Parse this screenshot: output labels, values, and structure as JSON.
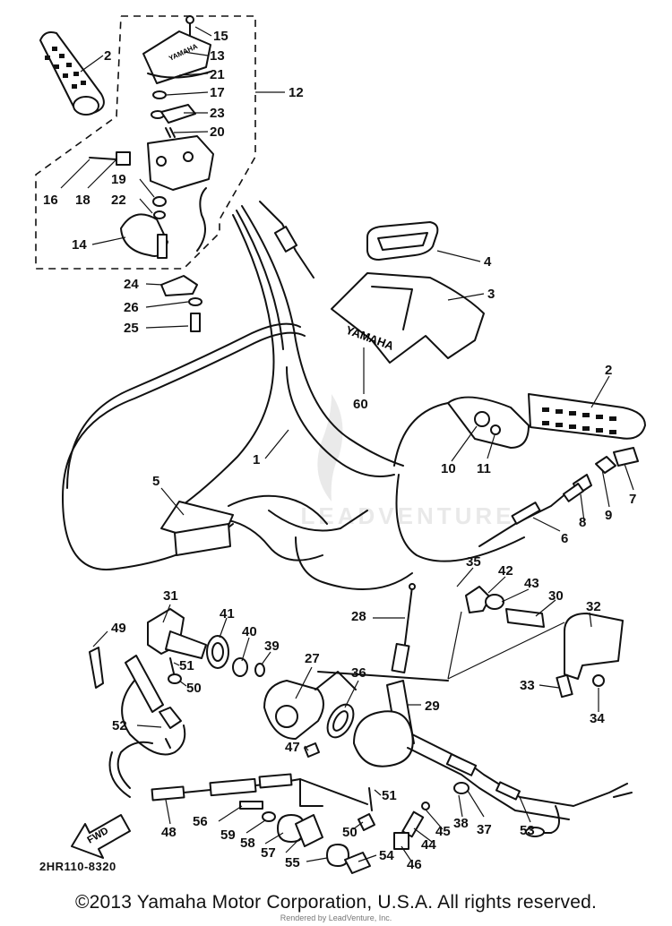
{
  "diagram": {
    "callouts": [
      "1",
      "2",
      "2",
      "3",
      "4",
      "5",
      "6",
      "7",
      "8",
      "9",
      "10",
      "11",
      "12",
      "13",
      "14",
      "15",
      "16",
      "17",
      "18",
      "19",
      "20",
      "21",
      "22",
      "23",
      "24",
      "25",
      "26",
      "27",
      "28",
      "29",
      "30",
      "31",
      "32",
      "33",
      "34",
      "35",
      "36",
      "37",
      "38",
      "39",
      "40",
      "41",
      "42",
      "43",
      "44",
      "45",
      "46",
      "47",
      "48",
      "49",
      "50",
      "50",
      "51",
      "51",
      "52",
      "53",
      "54",
      "55",
      "56",
      "57",
      "58",
      "59",
      "60"
    ],
    "part_marking": "YAMAHA",
    "direction_marker": "FWD",
    "watermark": "LEADVENTURE",
    "drawing_id": "2HR110-8320"
  },
  "footer": {
    "copyright": "©2013 Yamaha Motor Corporation, U.S.A. All rights reserved.",
    "rendered_by": "Rendered by LeadVenture, Inc."
  }
}
